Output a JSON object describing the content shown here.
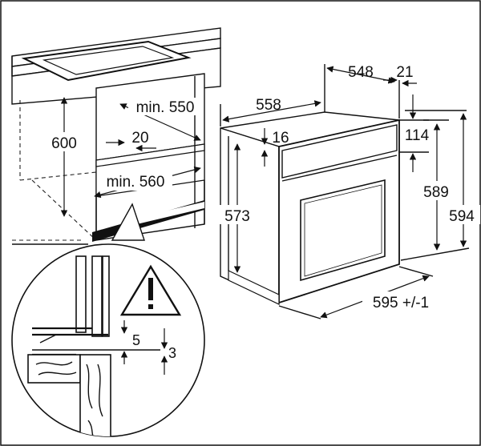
{
  "dimensions": {
    "cabinet_height": "600",
    "cabinet_depth": "min. 550",
    "vent_gap": "20",
    "cabinet_width": "min. 560",
    "oven_depth": "558",
    "oven_body_depth": "548",
    "door_thickness": "21",
    "panel_offset": "16",
    "panel_height": "114",
    "oven_body_height": "573",
    "oven_height_inner": "589",
    "oven_height": "594",
    "oven_width": "595 +/-1",
    "detail_gap_5": "5",
    "detail_gap_3": "3"
  },
  "icons": {
    "warning": "warning-triangle-icon"
  }
}
